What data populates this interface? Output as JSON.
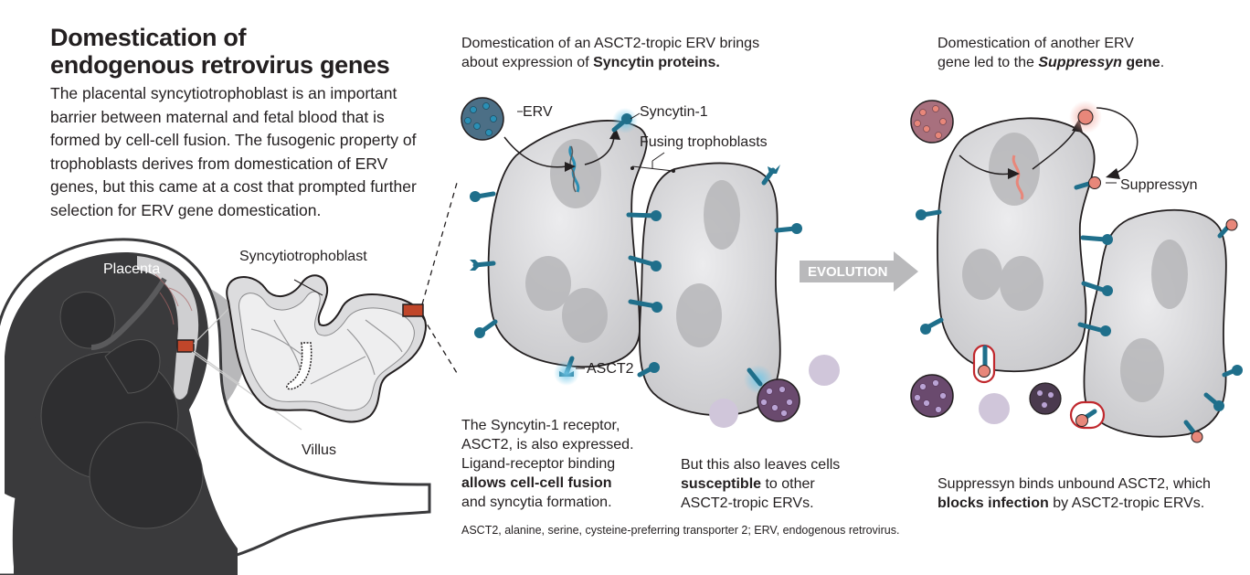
{
  "title": {
    "line1": "Domestication of",
    "line2": "endogenous retrovirus genes"
  },
  "intro": "The placental syncytiotrophoblast is an important barrier between maternal and fetal blood that is formed by cell-cell fusion. The fusogenic property of trophoblasts derives from domestication of ERV genes, but this came at a cost that prompted further selection for ERV gene domestication.",
  "labels": {
    "placenta": "Placenta",
    "syncytiotrophoblast": "Syncytiotrophoblast",
    "villus": "Villus",
    "erv": "ERV",
    "syncytin1": "Syncytin-1",
    "fusing": "Fusing trophoblasts",
    "asct2": "ASCT2",
    "evolution": "EVOLUTION",
    "suppressyn": "Suppressyn"
  },
  "panel2": {
    "top_line1": "Domestication of an ASCT2-tropic ERV brings",
    "top_line2_pre": "about expression of ",
    "top_line2_bold": "Syncytin proteins.",
    "left_line1": "The Syncytin-1 receptor,",
    "left_line2": "ASCT2, is also expressed.",
    "left_line3": "Ligand-receptor binding",
    "left_line4_bold": "allows cell-cell fusion",
    "left_line5": "and syncytia formation.",
    "right_line1": "But this also leaves cells",
    "right_line2_bold": "susceptible",
    "right_line2_post": " to other",
    "right_line3": "ASCT2-tropic ERVs."
  },
  "panel3": {
    "top_line1": "Domestication of another ERV",
    "top_line2_pre": "gene led to the ",
    "top_line2_bold_italic": "Suppressyn",
    "top_line2_bold": " gene",
    "top_line2_post": ".",
    "bottom_line1": "Suppressyn binds unbound ASCT2, which",
    "bottom_line2_bold": "blocks infection",
    "bottom_line2_post": " by ASCT2-tropic ERVs."
  },
  "footnote": "ASCT2, alanine, serine, cysteine-preferring transporter 2; ERV, endogenous retrovirus.",
  "colors": {
    "receptor": "#1f6f8b",
    "suppressyn": "#e8877a",
    "suppressyn_ring": "#c0282d",
    "erv_blue": "#4c6f86",
    "erv_purple": "#7a5a7e",
    "erv_pink": "#a8707e",
    "cell": "#d9d9db",
    "uterus": "#3a3a3c",
    "evolution_arrow": "#b9b9bb",
    "box": "#c0462a"
  }
}
